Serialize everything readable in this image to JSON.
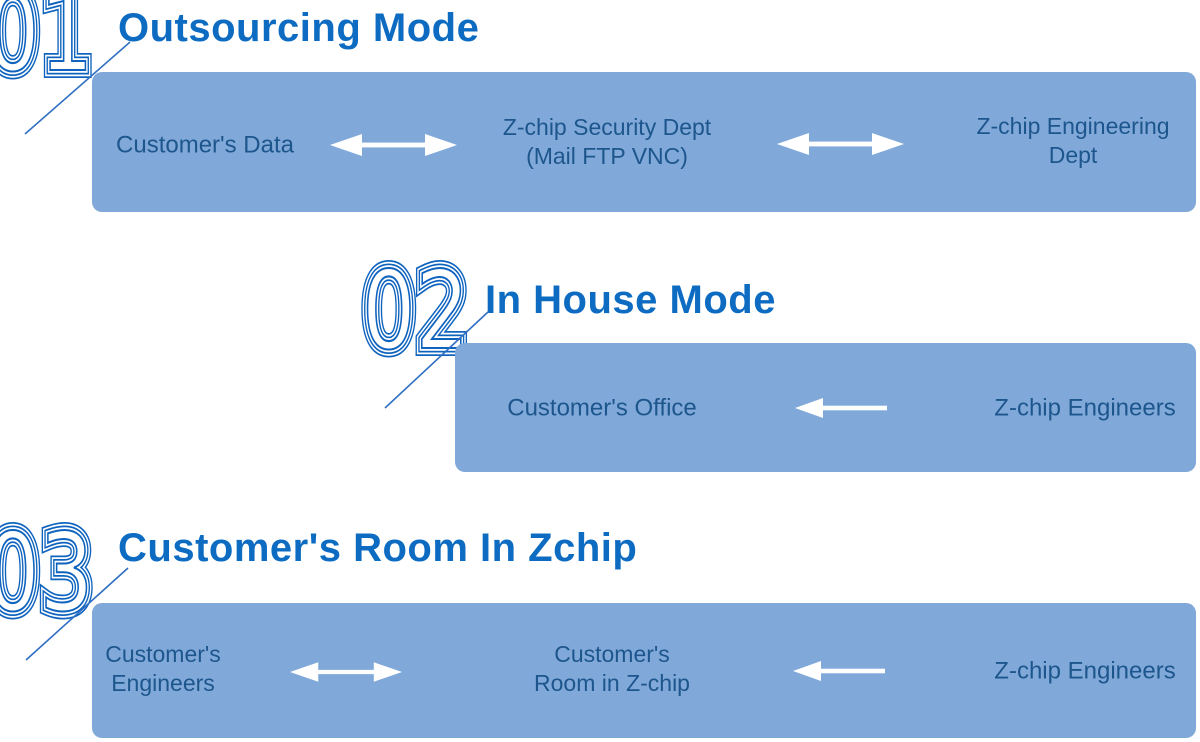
{
  "colors": {
    "title_blue": "#0d6cc2",
    "number_stripe_blue": "#0e63be",
    "bar_background": "#80a9da",
    "bar_text": "#1d568c",
    "arrow": "#ffffff",
    "connector_line": "#2f6fc3"
  },
  "sections": [
    {
      "number": "01",
      "title": "Outsourcing Mode",
      "arrows": [
        {
          "type": "double-headed"
        },
        {
          "type": "double-headed"
        }
      ],
      "nodes": [
        {
          "line1": "Customer's Data",
          "line2": ""
        },
        {
          "line1": "Z-chip Security Dept",
          "line2": "(Mail FTP VNC)"
        },
        {
          "line1": "Z-chip Engineering",
          "line2": "Dept"
        }
      ]
    },
    {
      "number": "02",
      "title": "In House Mode",
      "arrows": [
        {
          "type": "left"
        }
      ],
      "nodes": [
        {
          "line1": "Customer's Office",
          "line2": ""
        },
        {
          "line1": "Z-chip Engineers",
          "line2": ""
        }
      ]
    },
    {
      "number": "03",
      "title": "Customer's Room In Zchip",
      "arrows": [
        {
          "type": "double-headed"
        },
        {
          "type": "left"
        }
      ],
      "nodes": [
        {
          "line1": "Customer's",
          "line2": "Engineers"
        },
        {
          "line1": "Customer's",
          "line2": "Room in Z-chip"
        },
        {
          "line1": "Z-chip Engineers",
          "line2": ""
        }
      ]
    }
  ]
}
